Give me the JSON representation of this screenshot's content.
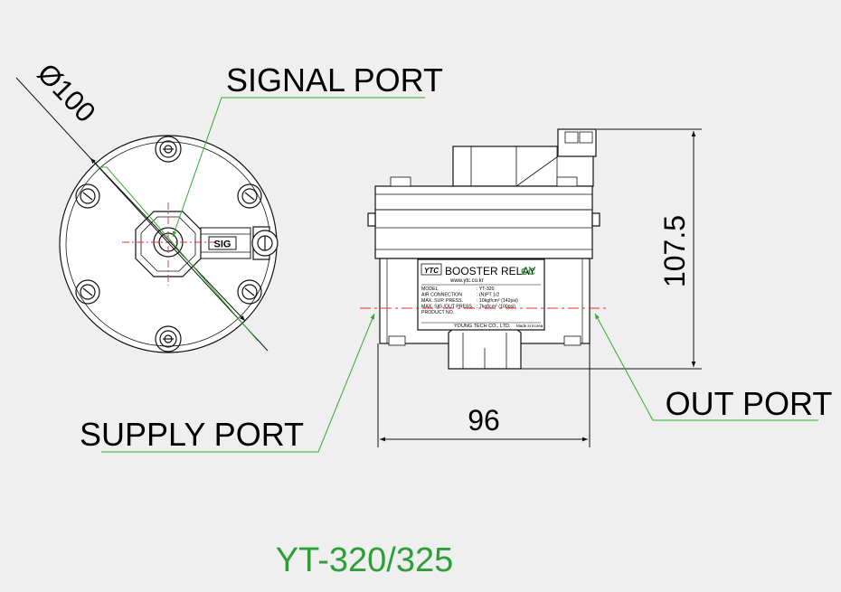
{
  "colors": {
    "background": "#efefef",
    "line": "#111111",
    "leader_green": "#33aa33",
    "center_red": "#e03030",
    "model_text": "#2e9e3a"
  },
  "callouts": {
    "diameter": "Ø100",
    "signal_port": "SIGNAL PORT",
    "supply_port": "SUPPLY PORT",
    "out_port": "OUT PORT"
  },
  "dimensions": {
    "width": "96",
    "height": "107.5"
  },
  "top_view": {
    "sig_tag": "SIG"
  },
  "nameplate": {
    "logo": "YTC",
    "title": "BOOSTER RELAY",
    "cert_mark": "CC",
    "website": "www.ytc.co.kr",
    "rows": [
      {
        "label": "MODEL",
        "value": ": YT-320"
      },
      {
        "label": "AIR CONNECTION",
        "value": ": (N)PT 1/2"
      },
      {
        "label": "MAX. SUP. PRESS.",
        "value": ": 10kgf/cm² (142psi)"
      },
      {
        "label": "MAX. SIG./OUT PRESS.",
        "value": ": 7kgf/cm² (100psi)"
      },
      {
        "label": "PRODUCT NO.",
        "value": ""
      }
    ],
    "manufacturer": "YOUNG TECH CO., LTD.",
    "origin": "Made in Korea"
  },
  "model_label": "YT-320/325"
}
